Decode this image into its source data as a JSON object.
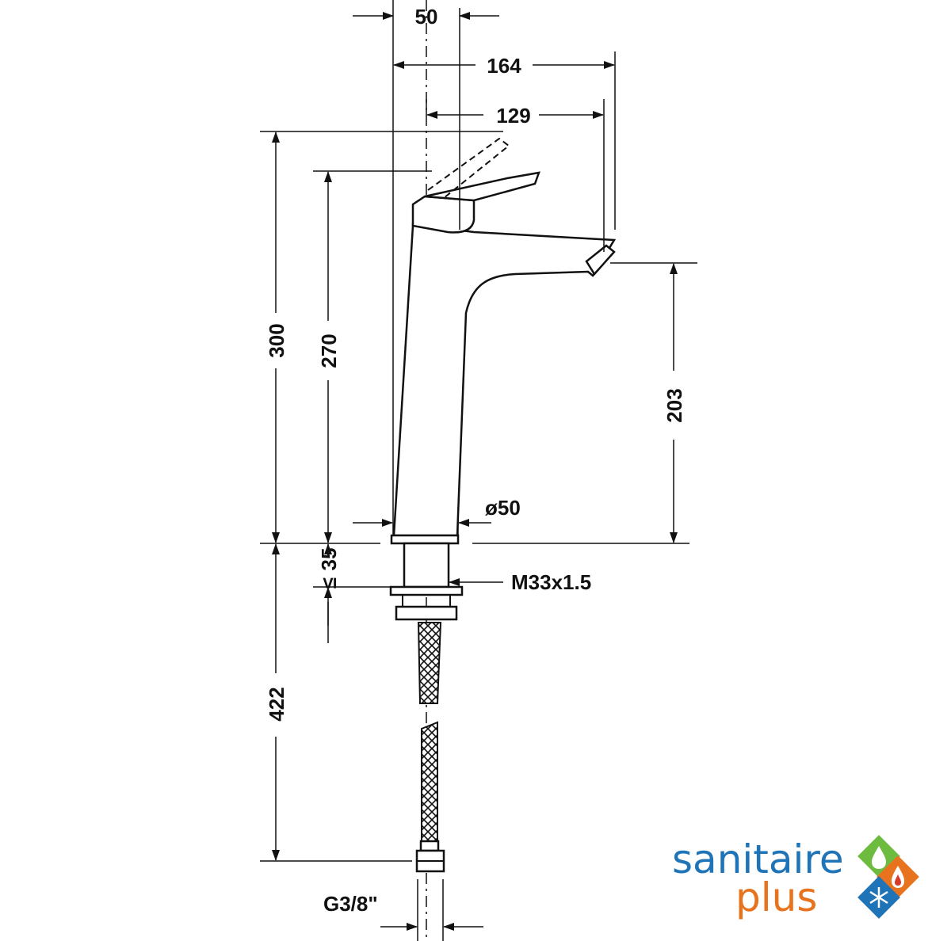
{
  "dimensions": {
    "d50_top": "50",
    "d164": "164",
    "d129": "129",
    "d300": "300",
    "d270": "270",
    "d203": "203",
    "dia50": "ø50",
    "d35": "35",
    "le_symbol": "≤",
    "d422": "422",
    "thread_m33": "M33x1.5",
    "thread_g38": "G3/8\""
  },
  "logo": {
    "line1": "sanitaire",
    "line2": "plus",
    "colors": {
      "blue": "#1f73b7",
      "orange": "#e8731e",
      "green": "#6dbb3f",
      "red": "#d93a2b"
    }
  }
}
